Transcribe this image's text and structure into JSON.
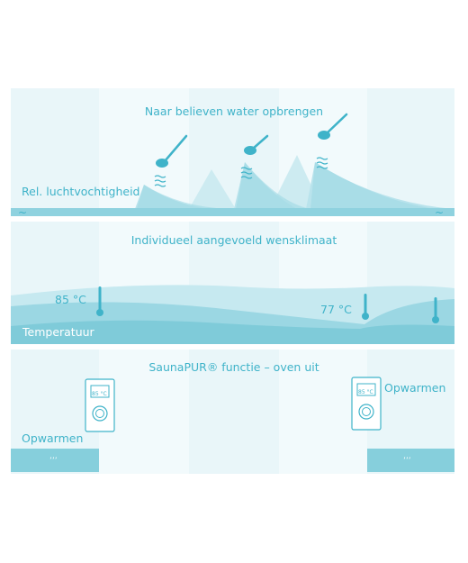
{
  "section1": {
    "title": "Naar believen water opbrengen",
    "label": "Rel. luchtvochtigheid"
  },
  "section2": {
    "title": "Individueel aangevoeld wensklimaat",
    "temp_left": "85 °C",
    "temp_mid": "77 °C",
    "label": "Temperatuur"
  },
  "section3": {
    "title": "SaunaPUR® functie – oven uit",
    "label_left": "Opwarmen",
    "label_right": "Opwarmen",
    "controller_display_left": "85 °C",
    "controller_display_right": "85 °C"
  },
  "colors": {
    "accent": "#3fb3c9",
    "light": "#e8f5f8",
    "mid": "#bfe6ee",
    "dark": "#7ccfdd"
  }
}
